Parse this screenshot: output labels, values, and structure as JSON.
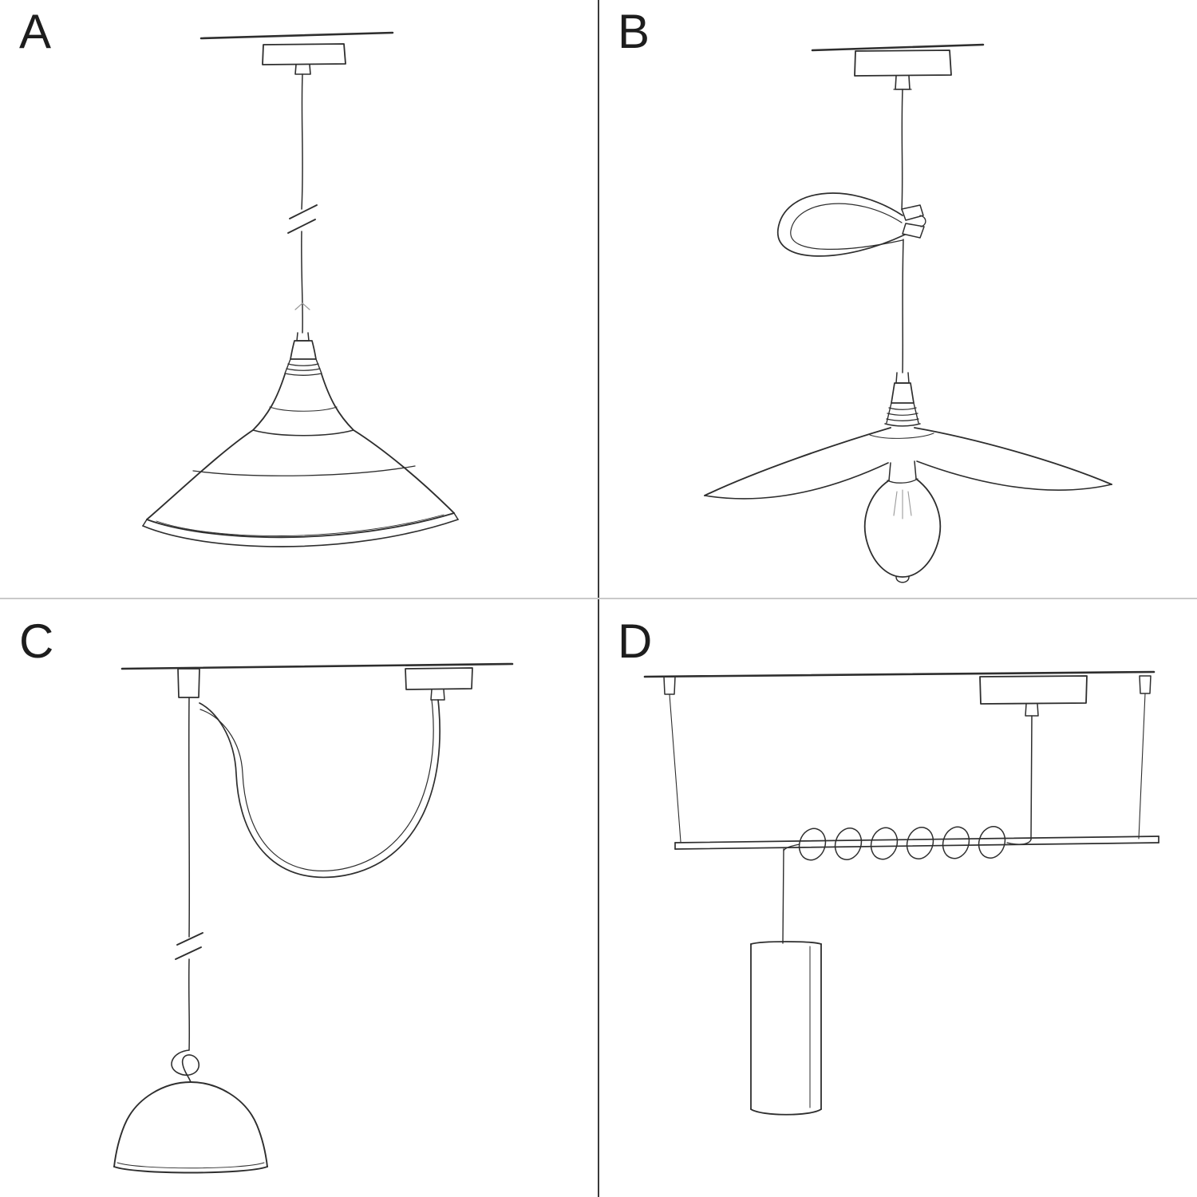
{
  "page": {
    "background": "#ffffff",
    "ink": "#2e2e2e",
    "ink_faint": "#9a9a9a",
    "divider_vertical_color": "#3a3a3a",
    "divider_horizontal_color": "#c9c9c9"
  },
  "panels": [
    {
      "label": "A",
      "illustration": "pendant-cable-industrial-shade-sketch"
    },
    {
      "label": "B",
      "illustration": "pendant-cable-clip-flat-shade-bulb-sketch"
    },
    {
      "label": "C",
      "illustration": "swag-hook-pendant-bell-shade-sketch"
    },
    {
      "label": "D",
      "illustration": "ceiling-bar-coiled-cable-tube-pendant-sketch"
    }
  ]
}
